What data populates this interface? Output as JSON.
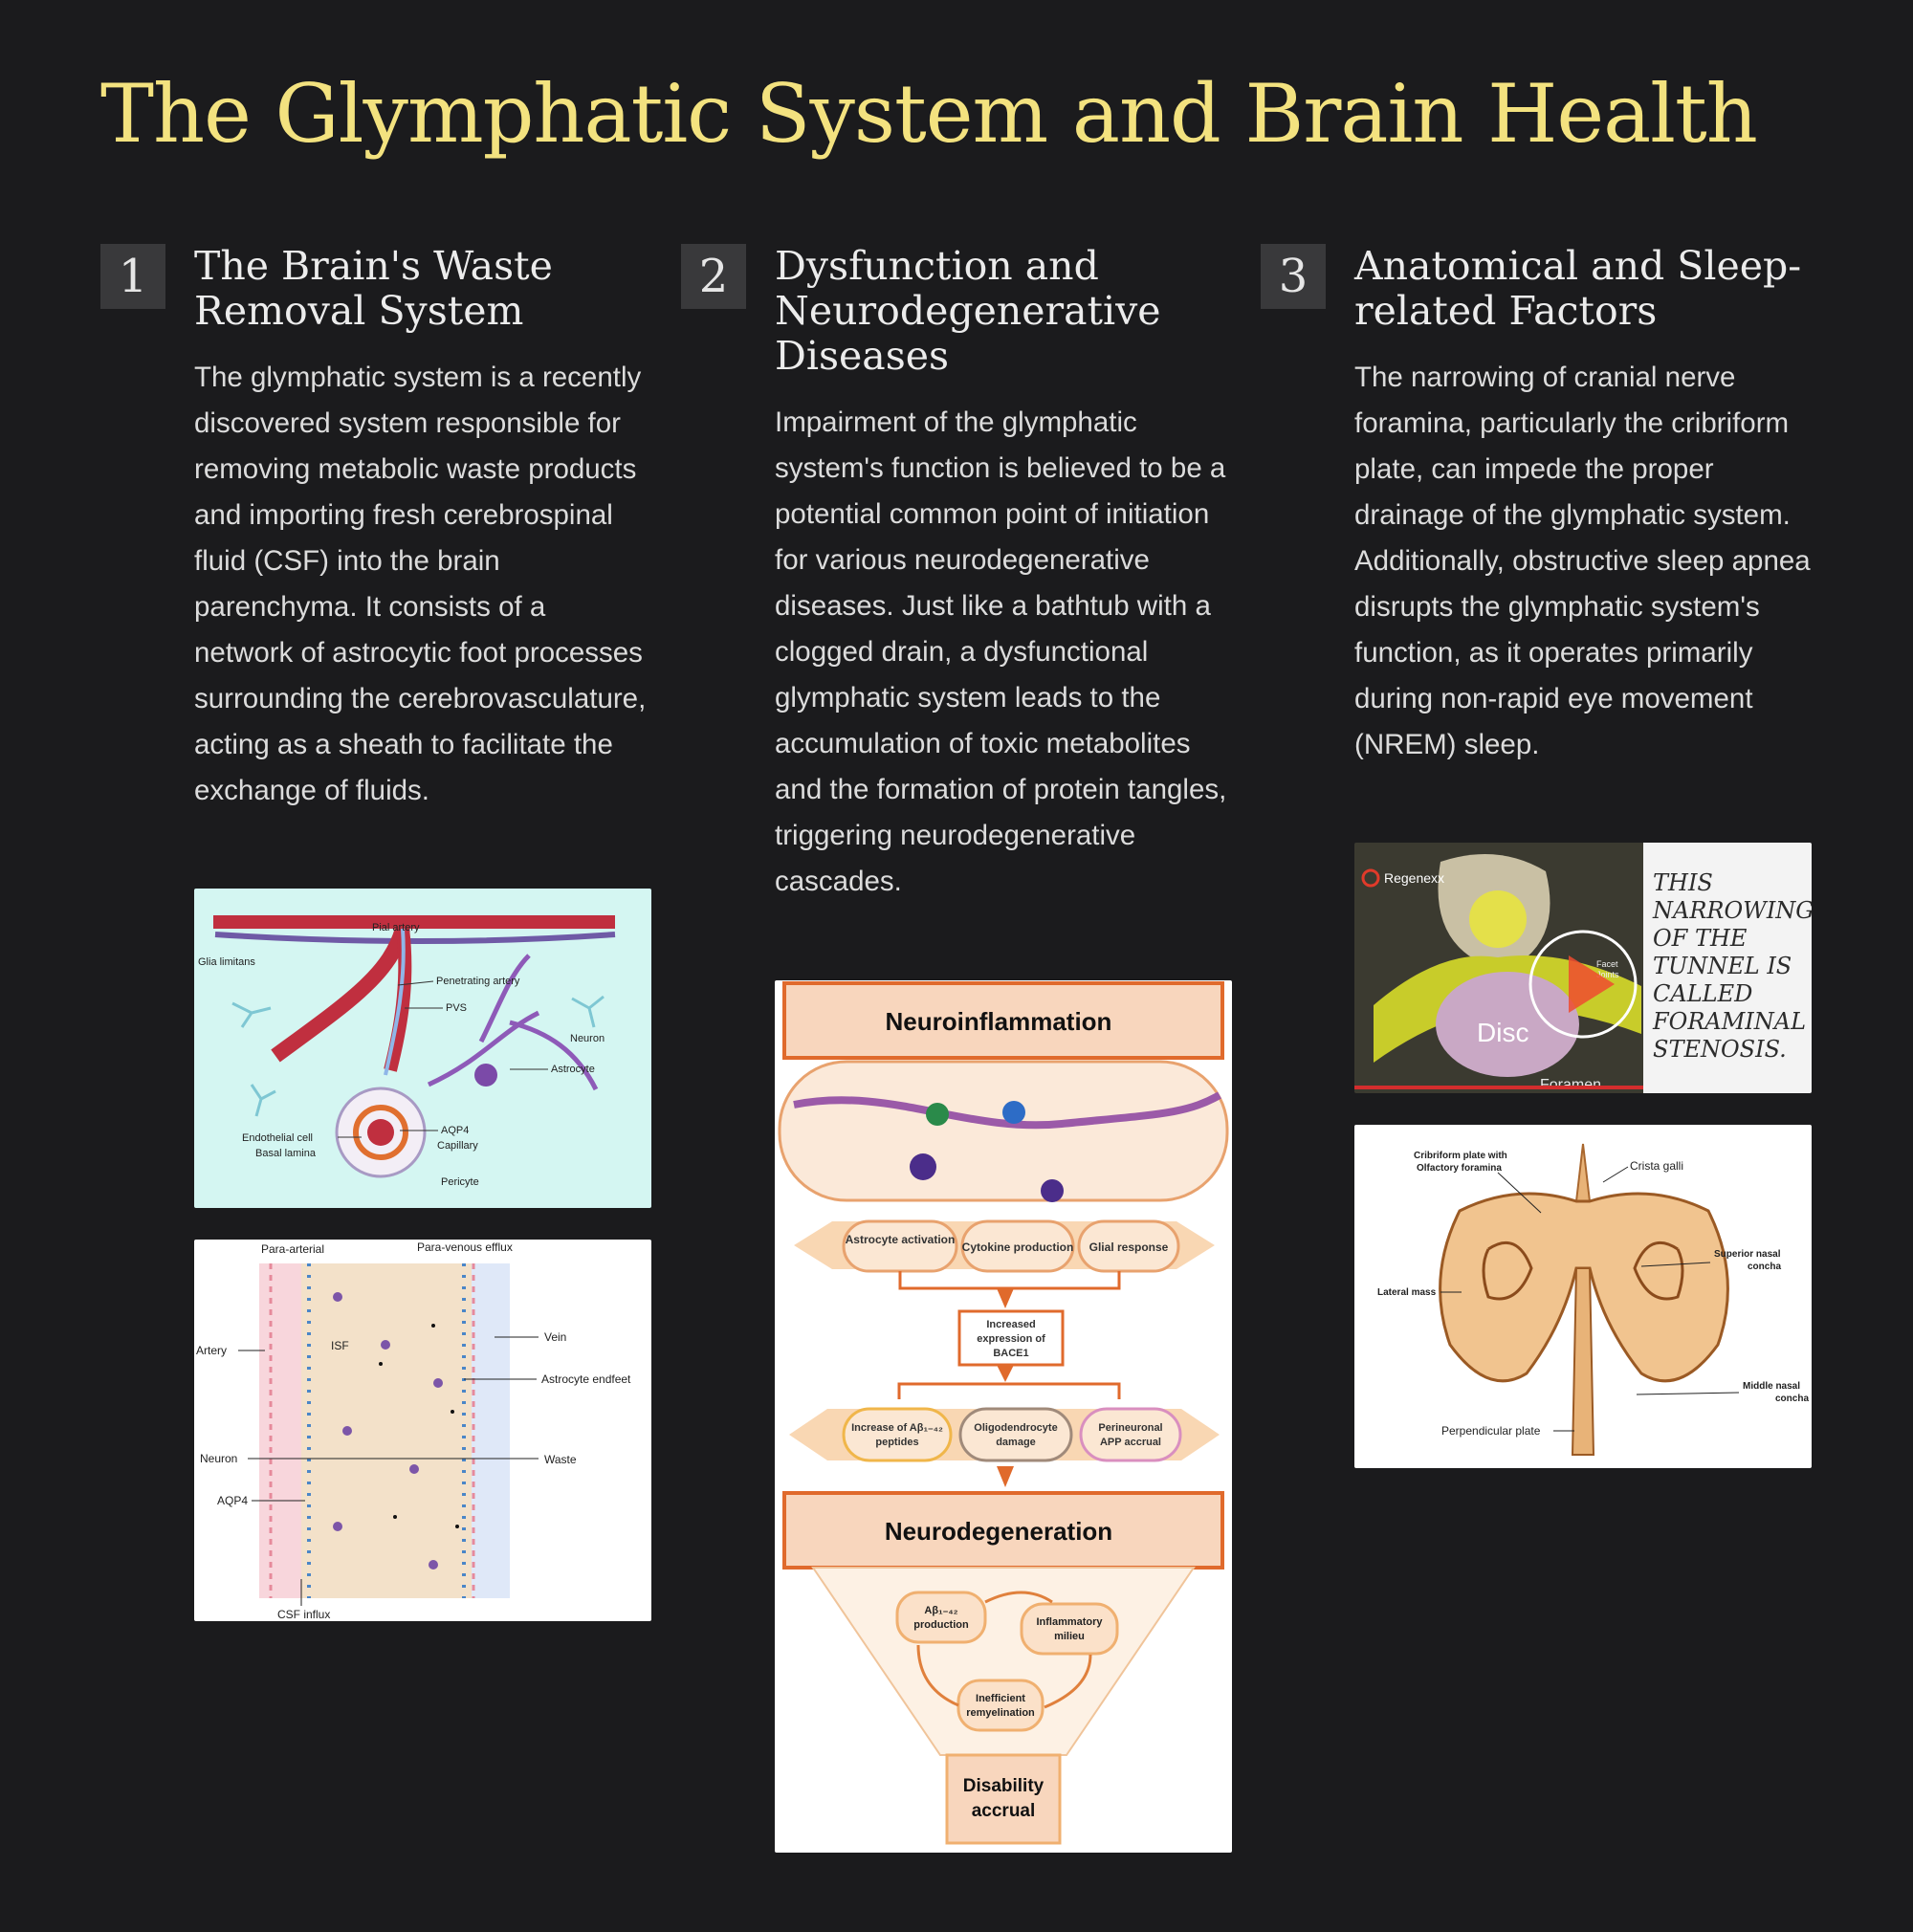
{
  "page": {
    "title": "The Glymphatic System and Brain Health"
  },
  "sections": [
    {
      "number": "1",
      "heading": "The Brain's Waste Removal System",
      "body": "The glymphatic system is a recently discovered system responsible for removing metabolic waste products and importing fresh cerebrospinal fluid (CSF) into the brain parenchyma. It consists of a network of astrocytic foot processes surrounding the cerebrovasculature, acting as a sheath to facilitate the exchange of fluids."
    },
    {
      "number": "2",
      "heading": "Dysfunction and Neurodegenerative Diseases",
      "body": "Impairment of the glymphatic system's function is believed to be a potential common point of initiation for various neurodegenerative diseases. Just like a bathtub with a clogged drain, a dysfunctional glymphatic system leads to the accumulation of toxic metabolites and the formation of protein tangles, triggering neurodegenerative cascades."
    },
    {
      "number": "3",
      "heading": "Anatomical and Sleep-related Factors",
      "body": "The narrowing of cranial nerve foramina, particularly the cribriform plate, can impede the proper drainage of the glymphatic system. Additionally, obstructive sleep apnea disrupts the glymphatic system's function, as it operates primarily during non-rapid eye movement (NREM) sleep."
    }
  ],
  "figure_pial": {
    "labels": {
      "pial_artery": "Pial artery",
      "glia_limitans": "Glia limitans",
      "penetrating_artery": "Penetrating artery",
      "pvs": "PVS",
      "neuron": "Neuron",
      "astrocyte": "Astrocyte",
      "endothelial": "Endothelial cell",
      "basal": "Basal lamina",
      "aqp4": "AQP4",
      "capillary": "Capillary",
      "pericyte": "Pericyte"
    }
  },
  "figure_flow": {
    "labels": {
      "para_arterial": "Para-arterial",
      "para_venous": "Para-venous efflux",
      "artery": "Artery",
      "isf": "ISF",
      "vein": "Vein",
      "endfeet": "Astrocyte endfeet",
      "neuron": "Neuron",
      "waste": "Waste",
      "aqp4": "AQP4",
      "csf": "CSF influx"
    }
  },
  "figure_inflammation": {
    "top": "Neuroinflammation",
    "row1": [
      "Astrocyte activation",
      "Cytokine production",
      "Glial response"
    ],
    "bace_lines": [
      "Increased",
      "expression of",
      "BACE1"
    ],
    "row2": [
      [
        "Increase of Aβ₁₋₄₂",
        "peptides"
      ],
      [
        "Oligodendrocyte",
        "damage"
      ],
      [
        "Perineuronal",
        "APP accrual"
      ]
    ],
    "mid": "Neurodegeneration",
    "cycle": {
      "ab": [
        "Aβ₁₋₄₂",
        "production"
      ],
      "milieu": [
        "Inflammatory",
        "milieu"
      ],
      "remyelination": [
        "Inefficient",
        "remyelination"
      ]
    },
    "bottom": [
      "Disability",
      "accrual"
    ]
  },
  "figure_video": {
    "brand": "Regenexx",
    "caption": "This narrowing of the tunnel is called foraminal stenosis.",
    "disc": "Disc",
    "foramen": "Foramen",
    "facet": [
      "Facet",
      "Joints"
    ]
  },
  "figure_skull": {
    "labels": {
      "cribriform1": "Cribriform plate with",
      "cribriform2": "Olfactory foramina",
      "crista": "Crista galli",
      "superior1": "Superior nasal",
      "superior2": "concha",
      "lateral": "Lateral mass",
      "middle1": "Middle nasal",
      "middle2": "concha",
      "perpendicular": "Perpendicular plate"
    }
  }
}
